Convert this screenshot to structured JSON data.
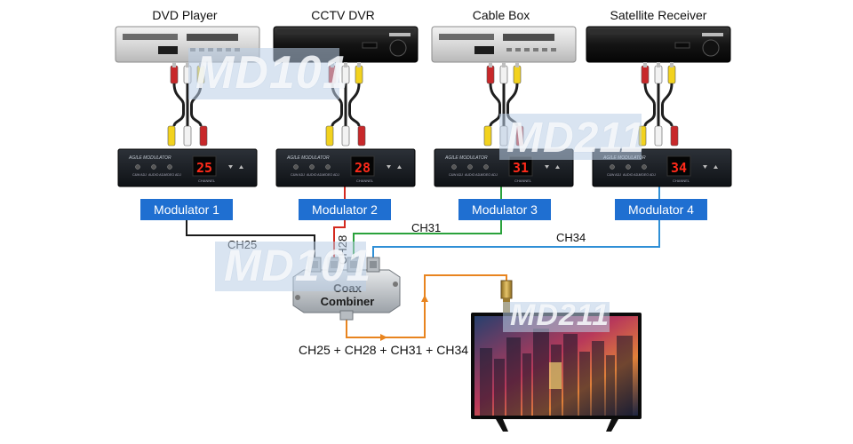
{
  "sources": [
    {
      "label": "DVD Player",
      "type": "vcr"
    },
    {
      "label": "CCTV DVR",
      "type": "dvr"
    },
    {
      "label": "Cable Box",
      "type": "vcr"
    },
    {
      "label": "Satellite Receiver",
      "type": "dvr"
    }
  ],
  "modulators": [
    {
      "label": "Modulator 1",
      "channel": "25",
      "panel_title": "AGILE MODULATOR",
      "knobs": [
        "C&W ADJ",
        "AUDIO ADJ",
        "VIDEO ADJ"
      ],
      "channel_caption": "CHANNEL",
      "output_color": "#1a1a1a"
    },
    {
      "label": "Modulator 2",
      "channel": "28",
      "panel_title": "AGILE MODULATOR",
      "knobs": [
        "C&W ADJ",
        "AUDIO ADJ",
        "VIDEO ADJ"
      ],
      "channel_caption": "CHANNEL",
      "output_color": "#d42a1f"
    },
    {
      "label": "Modulator 3",
      "channel": "31",
      "panel_title": "AGILE MODULATOR",
      "knobs": [
        "C&W ADJ",
        "AUDIO ADJ",
        "VIDEO ADJ"
      ],
      "channel_caption": "CHANNEL",
      "output_color": "#2aa23c"
    },
    {
      "label": "Modulator 4",
      "channel": "34",
      "panel_title": "AGILE MODULATOR",
      "knobs": [
        "C&W ADJ",
        "AUDIO ADJ",
        "VIDEO ADJ"
      ],
      "channel_caption": "CHANNEL",
      "output_color": "#2f8fd6"
    }
  ],
  "channel_labels": {
    "ch25": "CH25",
    "ch28": "CH28",
    "ch31": "CH31",
    "ch34": "CH34"
  },
  "combiner": {
    "line1": "Coax",
    "line2": "Combiner"
  },
  "output_label": "CH25 + CH28 + CH31 + CH34",
  "watermarks": [
    "MD101",
    "MD211",
    "MD101",
    "MD211"
  ],
  "colors": {
    "label_bg": "#1f6fd1",
    "output_cable": "#e8841f",
    "display_red": "#ff2a1a"
  }
}
